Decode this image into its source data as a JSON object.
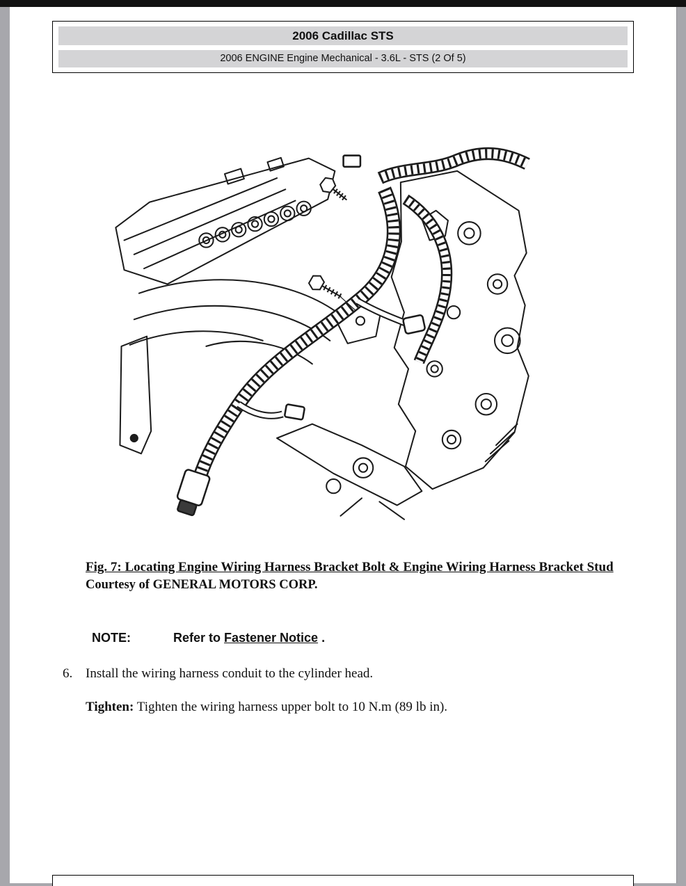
{
  "header": {
    "title": "2006 Cadillac STS",
    "subtitle": "2006 ENGINE Engine Mechanical - 3.6L - STS (2 Of 5)",
    "bar_color": "#d4d4d6"
  },
  "figure": {
    "caption": "Fig. 7: Locating Engine Wiring Harness Bracket Bolt & Engine Wiring Harness Bracket Stud",
    "courtesy": "Courtesy of GENERAL MOTORS CORP.",
    "illustration": "engine-wiring-harness-line-drawing"
  },
  "note": {
    "label": "NOTE:",
    "prefix": "Refer to ",
    "link_text": "Fastener Notice",
    "suffix": " ."
  },
  "steps": [
    {
      "number": "6.",
      "text": "Install the wiring harness conduit to the cylinder head.",
      "tighten_label": "Tighten:",
      "tighten_text": "Tighten the wiring harness upper bolt to 10 N.m (89 lb in)."
    }
  ]
}
